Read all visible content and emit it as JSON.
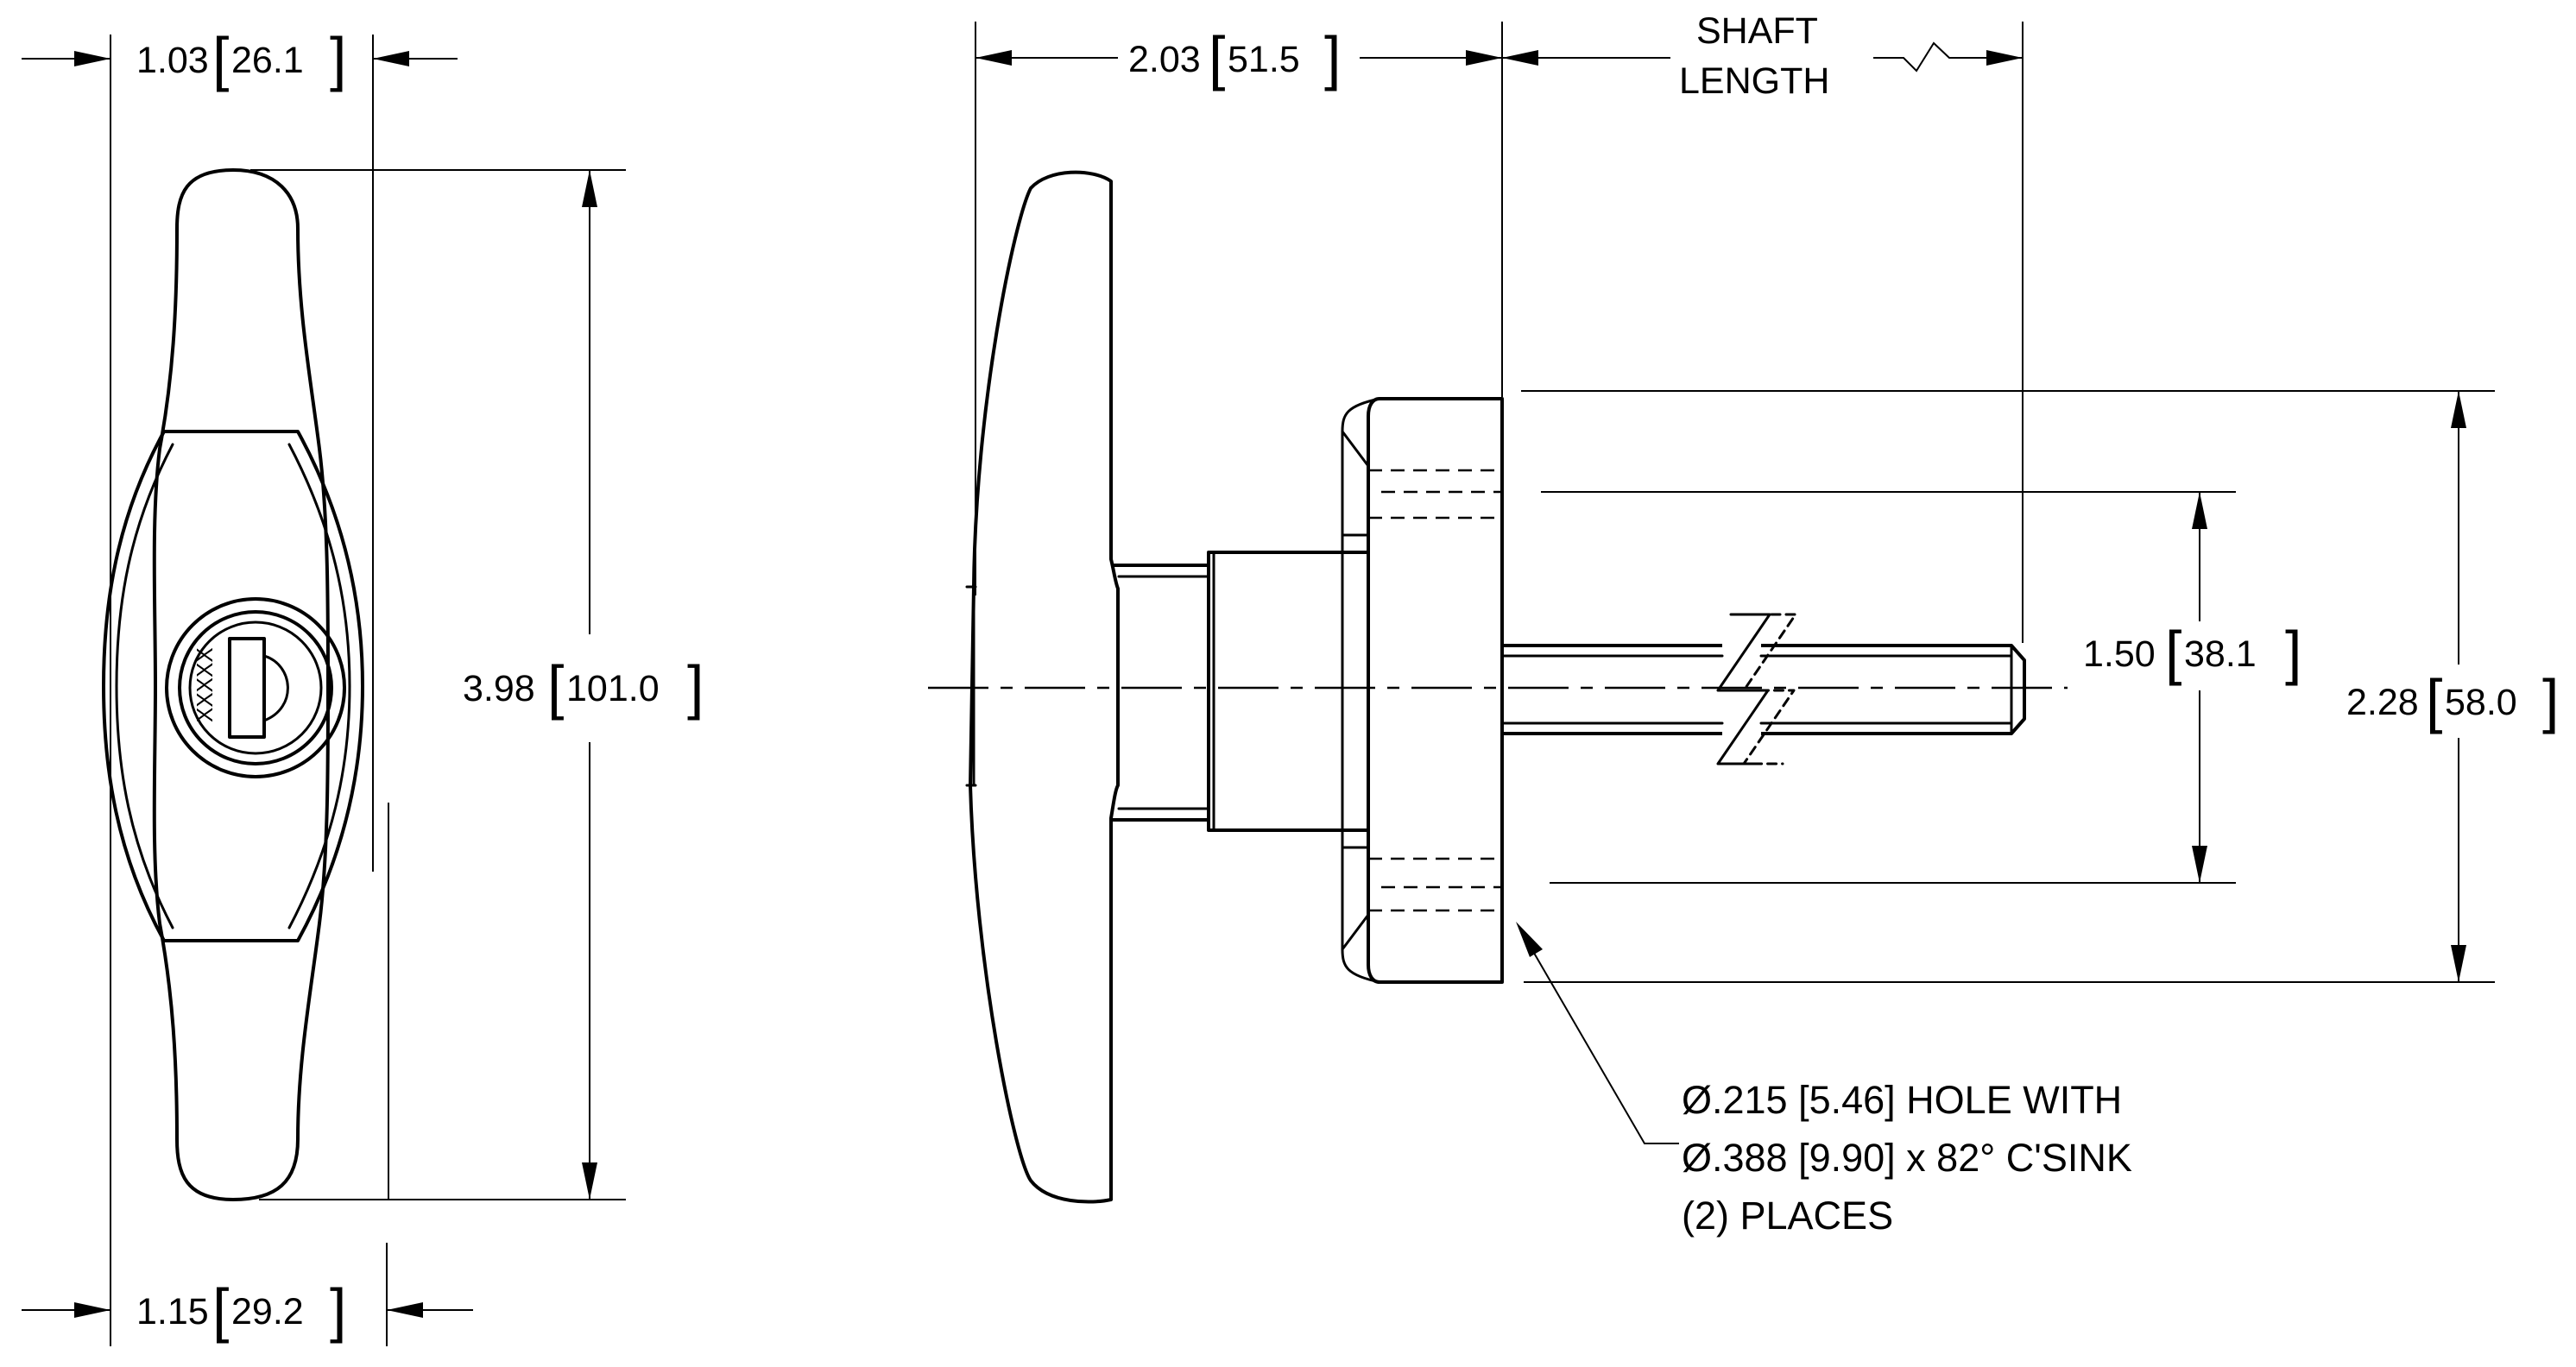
{
  "drawing": {
    "dims": {
      "top_left": {
        "value": "1.03",
        "metric": "26.1"
      },
      "bot_left": {
        "value": "1.15",
        "metric": "29.2"
      },
      "height": {
        "value": "3.98",
        "metric": "101.0"
      },
      "handle": {
        "value": "2.03",
        "metric": "51.5"
      },
      "hole_space": {
        "value": "1.50",
        "metric": "38.1"
      },
      "flange": {
        "value": "2.28",
        "metric": "58.0"
      }
    },
    "shaft_label": {
      "line1": "SHAFT",
      "line2": "LENGTH"
    },
    "key_code": "XXXXX",
    "note": {
      "line1": "Ø.215 [5.46] HOLE WITH",
      "line2": "Ø.388 [9.90] x 82° C'SINK",
      "line3": "(2) PLACES"
    }
  }
}
